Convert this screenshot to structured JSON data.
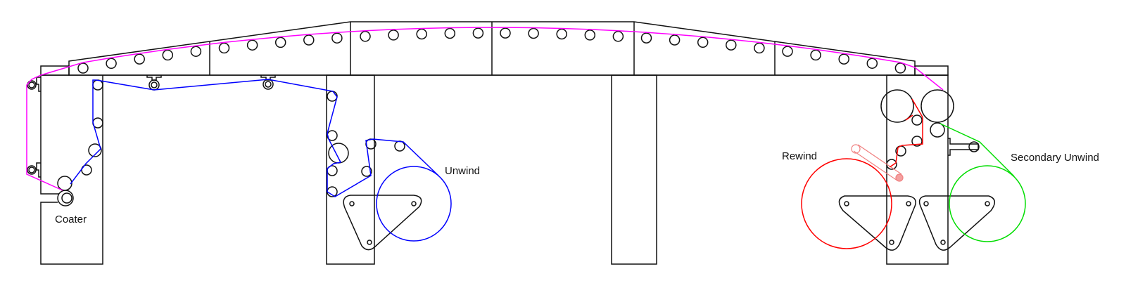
{
  "labels": {
    "coater": "Coater",
    "unwind": "Unwind",
    "rewind": "Rewind",
    "secondary_unwind": "Secondary Unwind"
  },
  "colors": {
    "frame": "#111111",
    "main_web": "#ff00ff",
    "unwind_web": "#0000ff",
    "rewind_web": "#ff0000",
    "secondary_web": "#00dd00",
    "dancer_arm": "#f08080"
  }
}
